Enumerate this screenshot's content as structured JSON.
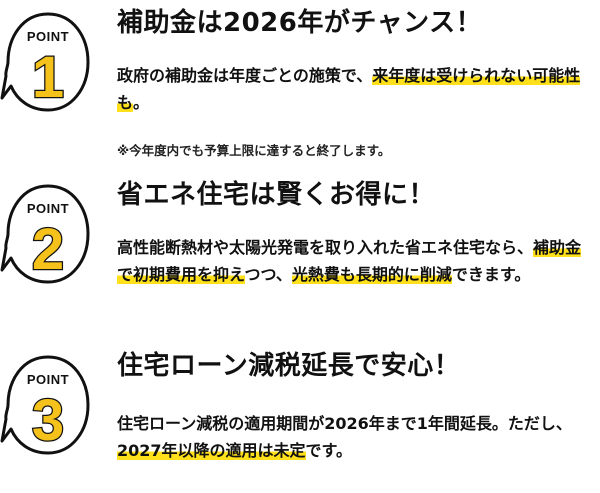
{
  "badge_label": "POINT",
  "colors": {
    "accent": "#f4c21a",
    "highlight": "#ffe01a",
    "text": "#111111"
  },
  "points": [
    {
      "number": "1",
      "heading": "補助金は2026年がチャンス！",
      "body": [
        "政府の補助金は年度ごとの施策で、",
        "来年度は受けられない可能性も",
        "。"
      ],
      "note": "※今年度内でも予算上限に達すると終了します。"
    },
    {
      "number": "2",
      "heading": "省エネ住宅は賢くお得に！",
      "body": [
        "高性能断熱材や太陽光発電を取り入れた省エネ住宅なら、",
        "補助金で初期費用を抑え",
        "つつ、",
        "光熱費も長期的に削減",
        "できます。"
      ]
    },
    {
      "number": "3",
      "heading": "住宅ローン減税延長で安心！",
      "body": [
        "住宅ローン減税の適用期間が2026年まで1年間延長。ただし、",
        "2027年以降の適用は未定",
        "です。"
      ]
    }
  ]
}
